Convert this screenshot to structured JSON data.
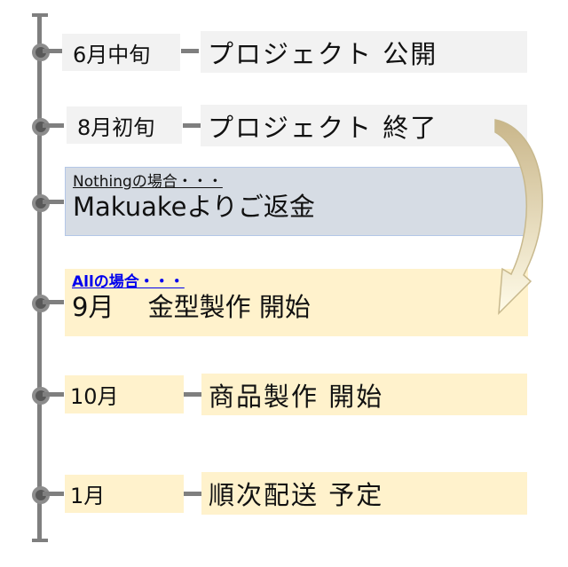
{
  "timeline": [
    {
      "date": "6月中旬",
      "event": "プロジェクト 公開"
    },
    {
      "date": "8月初旬",
      "event": "プロジェクト 終了"
    },
    {
      "condition": "Nothingの場合・・・",
      "event": "Makuakeよりご返金"
    },
    {
      "condition": "Allの場合・・・",
      "event": "9月　 金型製作 開始"
    },
    {
      "date": "10月",
      "event": "商品製作 開始"
    },
    {
      "date": "1月",
      "event": "順次配送 予定"
    }
  ],
  "colors": {
    "line": "#7f7f7f",
    "gray_box": "#f2f2f2",
    "blue_box": "#d6dce4",
    "yellow_box": "#fff2cc",
    "link": "#0000ee"
  }
}
